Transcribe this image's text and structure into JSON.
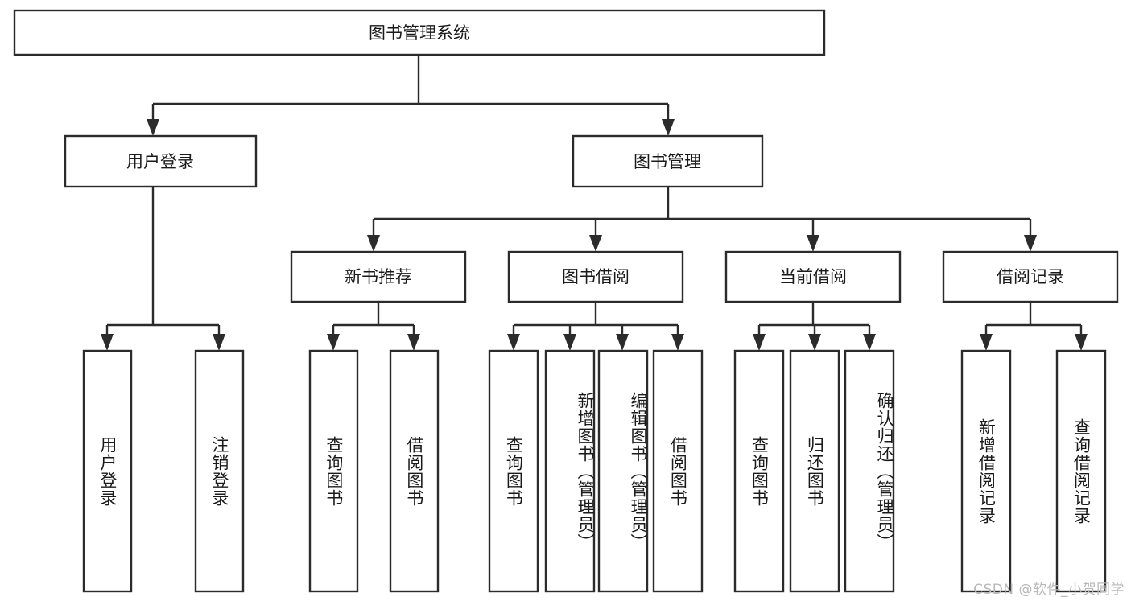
{
  "diagram": {
    "title": "图书管理系统",
    "type": "hierarchy-tree",
    "root": {
      "id": "root",
      "label": "图书管理系统",
      "orientation": "horizontal"
    },
    "level2": [
      {
        "id": "user-login",
        "label": "用户登录",
        "orientation": "horizontal"
      },
      {
        "id": "book-management",
        "label": "图书管理",
        "orientation": "horizontal"
      }
    ],
    "level3": [
      {
        "id": "new-book-recommend",
        "label": "新书推荐",
        "orientation": "horizontal",
        "parent": "book-management"
      },
      {
        "id": "book-borrow",
        "label": "图书借阅",
        "orientation": "horizontal",
        "parent": "book-management"
      },
      {
        "id": "current-borrow",
        "label": "当前借阅",
        "orientation": "horizontal",
        "parent": "book-management"
      },
      {
        "id": "borrow-record",
        "label": "借阅记录",
        "orientation": "horizontal",
        "parent": "book-management"
      }
    ],
    "leaves": [
      {
        "id": "leaf-user-login",
        "label": "用户登录",
        "orientation": "vertical",
        "parent": "user-login"
      },
      {
        "id": "leaf-logout-login",
        "label": "注销登录",
        "orientation": "vertical",
        "parent": "user-login"
      },
      {
        "id": "leaf-query-book-1",
        "label": "查询图书",
        "orientation": "vertical",
        "parent": "new-book-recommend"
      },
      {
        "id": "leaf-borrow-book-1",
        "label": "借阅图书",
        "orientation": "vertical",
        "parent": "new-book-recommend"
      },
      {
        "id": "leaf-query-book-2",
        "label": "查询图书",
        "orientation": "vertical",
        "parent": "book-borrow"
      },
      {
        "id": "leaf-add-book-admin",
        "label": "新增图书（管理员）",
        "orientation": "vertical",
        "parent": "book-borrow"
      },
      {
        "id": "leaf-edit-book-admin",
        "label": "编辑图书（管理员）",
        "orientation": "vertical",
        "parent": "book-borrow"
      },
      {
        "id": "leaf-borrow-book-2",
        "label": "借阅图书",
        "orientation": "vertical",
        "parent": "book-borrow"
      },
      {
        "id": "leaf-query-book-3",
        "label": "查询图书",
        "orientation": "vertical",
        "parent": "current-borrow"
      },
      {
        "id": "leaf-return-book",
        "label": "归还图书",
        "orientation": "vertical",
        "parent": "current-borrow"
      },
      {
        "id": "leaf-confirm-return-admin",
        "label": "确认归还（管理员）",
        "orientation": "vertical",
        "parent": "current-borrow"
      },
      {
        "id": "leaf-add-borrow-record",
        "label": "新增借阅记录",
        "orientation": "vertical",
        "parent": "borrow-record"
      },
      {
        "id": "leaf-query-borrow-record",
        "label": "查询借阅记录",
        "orientation": "vertical",
        "parent": "borrow-record"
      }
    ],
    "colors": {
      "box_stroke": "#2b2b2b",
      "box_fill": "#ffffff",
      "text": "#1a1a1a",
      "connector": "#2b2b2b",
      "background": "#ffffff",
      "watermark": "#b9b9b9"
    }
  },
  "watermark": {
    "text": "CSDN @软件_小贺同学"
  }
}
